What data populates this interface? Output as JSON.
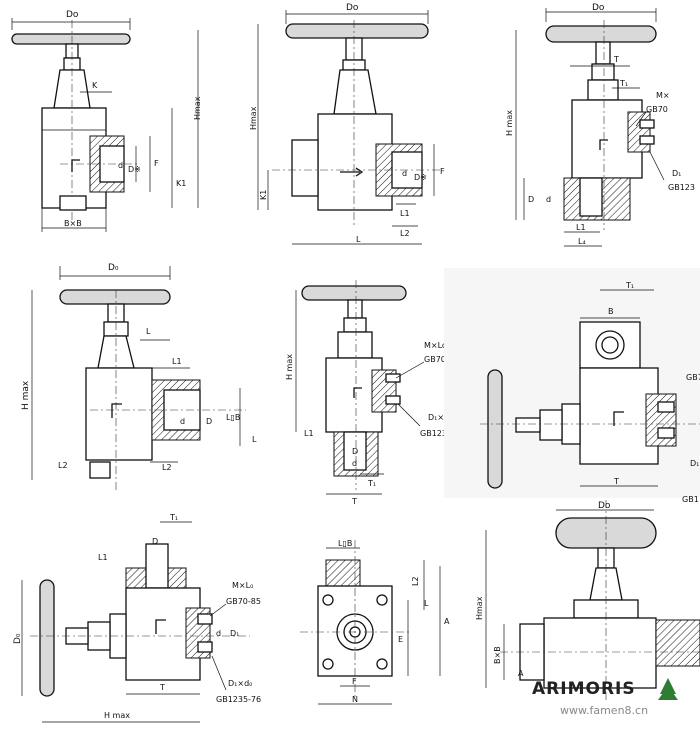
{
  "labels": {
    "Do": "Do",
    "D0": "D₀",
    "Hmax": "Hmax",
    "Hmax2": "H max",
    "Hmax3": "H max",
    "K": "K",
    "K1": "K1",
    "F": "F",
    "BxB": "B×B",
    "L": "L",
    "L1": "L1",
    "L2": "L2",
    "L4": "L₄",
    "T": "T",
    "T1": "T₁",
    "D": "D",
    "d": "d",
    "Dx": "D※",
    "D1": "D₁",
    "B": "B",
    "LlB": "L▯B",
    "MxLo": "M×Lo",
    "MxL0": "M×L₀",
    "Mx": "M×",
    "GB7085": "GB70-85",
    "GB70": "GB70",
    "GB123": "GB123",
    "GB1235_76": "GB1235-76",
    "GB1235_TB": "GB1235-76",
    "GB1": "GB1",
    "D1xdo": "D₁×do",
    "D1xd0": "D₁×d₀",
    "D1short": "D₁",
    "N": "N",
    "E": "E",
    "A": "A",
    "Ghmax": "Hmax"
  },
  "watermark": {
    "brand": "ARIMORIS",
    "url": "www.famen8.cn"
  },
  "colors": {
    "line": "#111111",
    "wheel_fill": "#d9d9d9",
    "hatch": "#111111",
    "watermark": "#888888"
  }
}
